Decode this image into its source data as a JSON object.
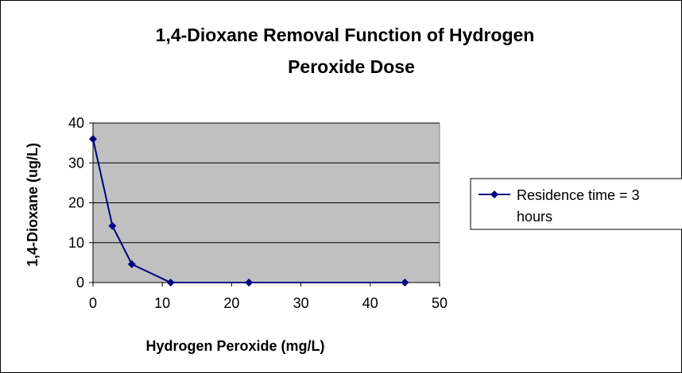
{
  "chart_data": {
    "type": "line",
    "title_line1": "1,4-Dioxane Removal Function of Hydrogen",
    "title_line2": "Peroxide Dose",
    "xlabel": "Hydrogen Peroxide (mg/L)",
    "ylabel": "1,4-Dioxane (ug/L)",
    "xlim": [
      0,
      50
    ],
    "ylim": [
      0,
      40
    ],
    "xticks": [
      0,
      10,
      20,
      30,
      40,
      50
    ],
    "yticks": [
      0,
      10,
      20,
      30,
      40
    ],
    "grid": true,
    "plot_background": "#c0c0c0",
    "series": [
      {
        "name_line1": "Residence time = 3",
        "name_line2": "hours",
        "color": "#000080",
        "marker": "diamond",
        "x": [
          0,
          2.8,
          5.6,
          11.2,
          22.5,
          45
        ],
        "y": [
          36,
          14.2,
          4.6,
          0,
          0,
          0
        ]
      }
    ],
    "legend_position": "right"
  }
}
